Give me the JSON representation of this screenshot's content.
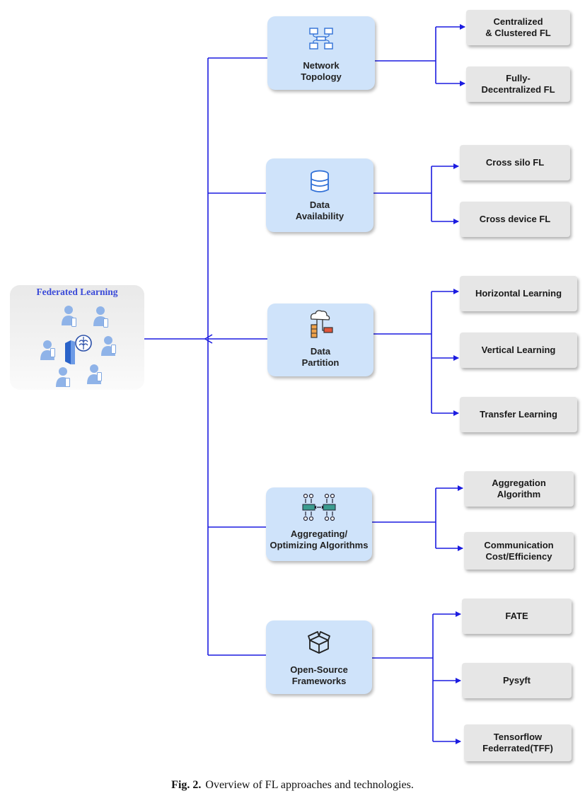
{
  "root": {
    "title": "Federated Learning"
  },
  "categories": [
    {
      "label": "Network\nTopology",
      "icon": "network-icon",
      "leaves": [
        "Centralized\n& Clustered FL",
        "Fully-\nDecentralized FL"
      ]
    },
    {
      "label": "Data\nAvailability",
      "icon": "database-icon",
      "leaves": [
        "Cross silo FL",
        "Cross device FL"
      ]
    },
    {
      "label": "Data\nPartition",
      "icon": "cloud-storage-icon",
      "leaves": [
        "Horizontal Learning",
        "Vertical  Learning",
        "Transfer Learning"
      ]
    },
    {
      "label": "Aggregating/\nOptimizing Algorithms",
      "icon": "aggregation-icon",
      "leaves": [
        "Aggregation\nAlgorithm",
        "Communication\nCost/Efficiency"
      ]
    },
    {
      "label": "Open-Source\nFrameworks",
      "icon": "box-icon",
      "leaves": [
        "FATE",
        "Pysyft",
        "Tensorflow\nFederrated(TFF)"
      ]
    }
  ],
  "caption": {
    "prefix": "Fig. 2.",
    "text": "Overview of FL approaches and technologies."
  },
  "colors": {
    "connector": "#1c1ce0",
    "category_fill": "#cfe3fa",
    "leaf_fill": "#e6e6e6",
    "root_title": "#3a4ad8",
    "icon": "#2f6fd6"
  }
}
